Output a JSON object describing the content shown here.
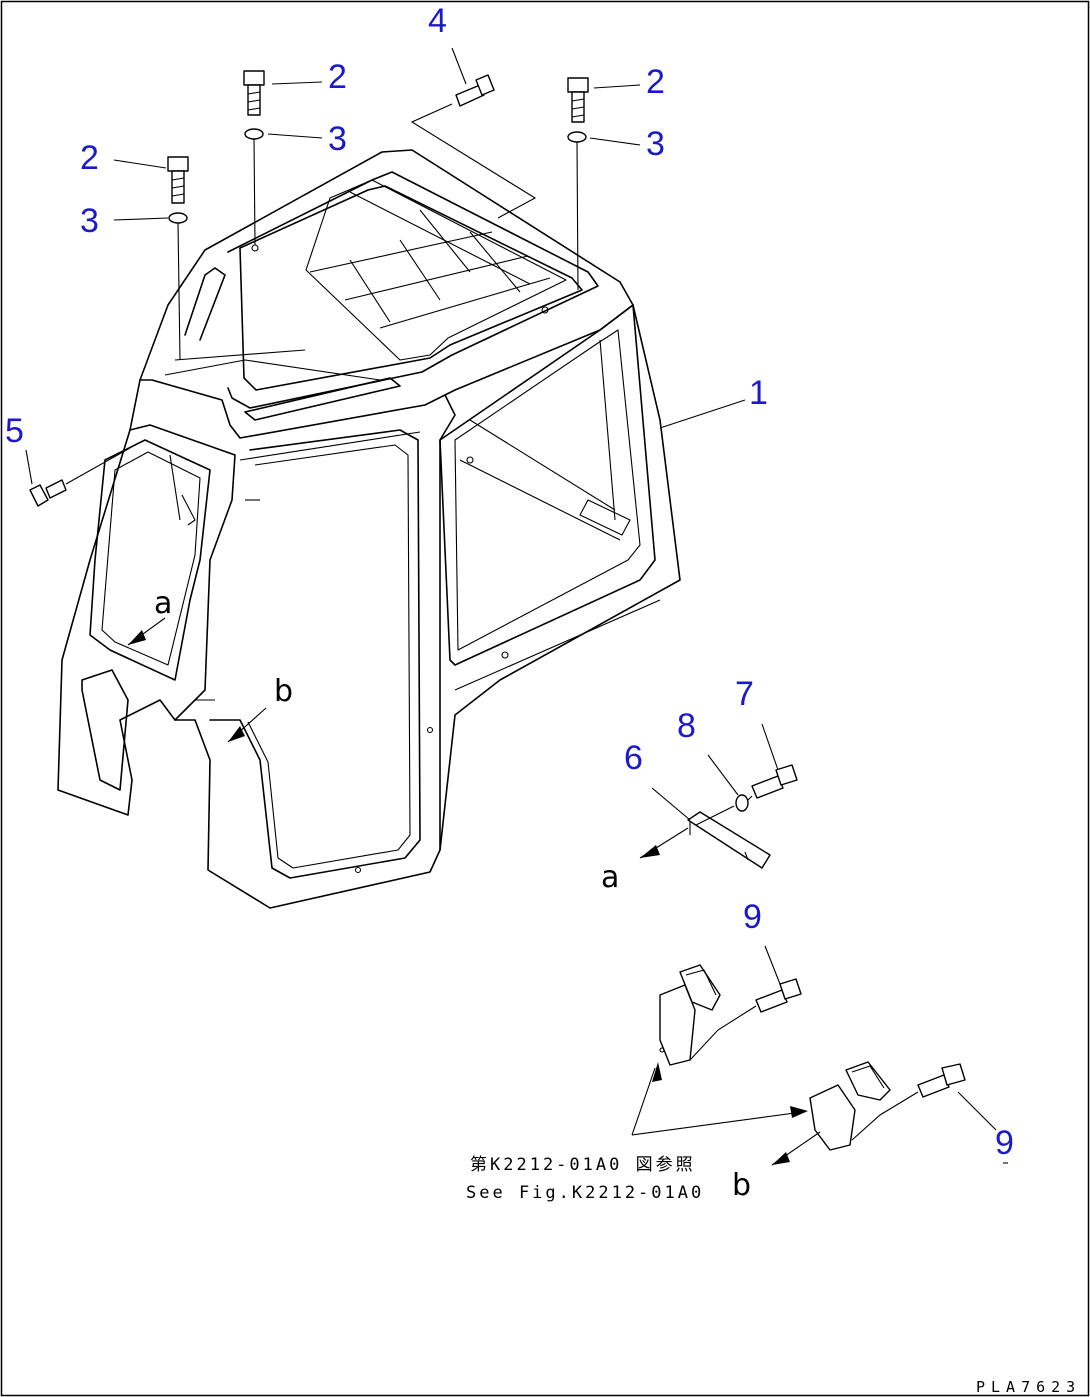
{
  "callouts": {
    "c1": "1",
    "c2a": "2",
    "c2b": "2",
    "c2c": "2",
    "c3a": "3",
    "c3b": "3",
    "c3c": "3",
    "c4": "4",
    "c5": "5",
    "c6": "6",
    "c7": "7",
    "c8": "8",
    "c9a": "9",
    "c9b": "9"
  },
  "detail_letters": {
    "a_cab": "a",
    "b_cab": "b",
    "a_detail": "a",
    "b_detail": "b"
  },
  "reference": {
    "japanese": "第K2212-01A0 図参照",
    "english": "See Fig.K2212-01A0"
  },
  "drawing_code": "PLA7623",
  "colors": {
    "callout": "#1a1acc",
    "line": "#000000",
    "background": "#ffffff"
  }
}
